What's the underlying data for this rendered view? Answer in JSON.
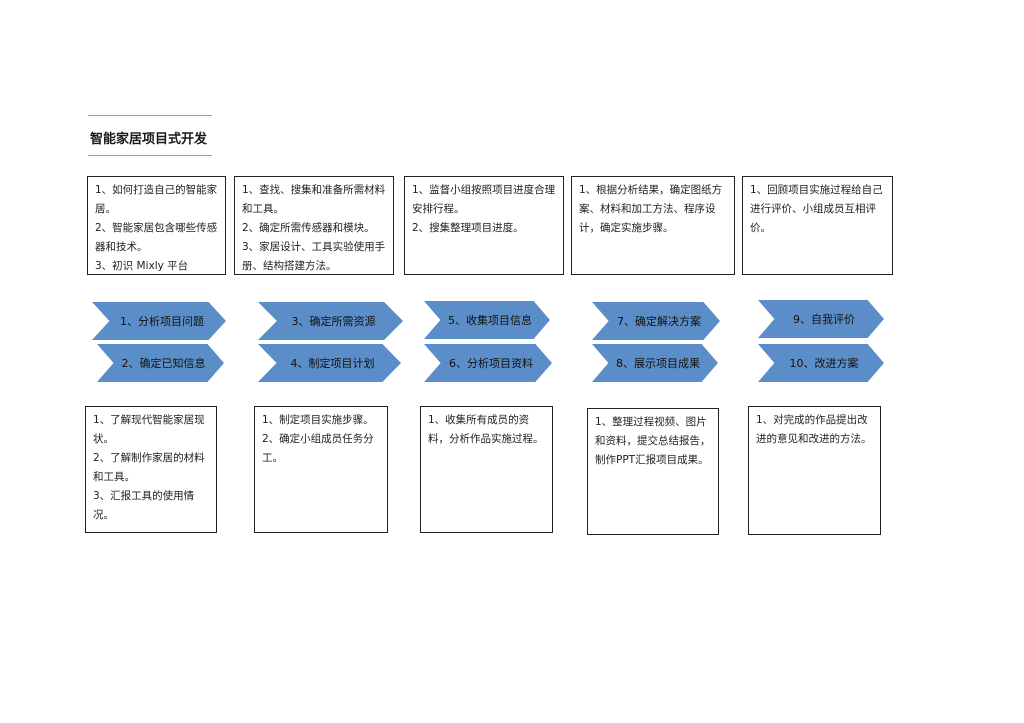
{
  "title": "智能家居项目式开发",
  "top_boxes": [
    [
      "1、如何打造自己的智能家居。",
      "2、智能家居包含哪些传感器和技术。",
      "3、初识 Mixly 平台"
    ],
    [
      "1、查找、搜集和准备所需材料和工具。",
      "2、确定所需传感器和模块。",
      "3、家居设计、工具实验使用手册、结构搭建方法。"
    ],
    [
      "1、监督小组按照项目进度合理安排行程。",
      "2、搜集整理项目进度。"
    ],
    [
      "1、根据分析结果，确定图纸方案、材料和加工方法、程序设计，确定实施步骤。"
    ],
    [
      "1、回顾项目实施过程给自己进行评价、小组成员互相评价。"
    ]
  ],
  "arrows": [
    "1、分析项目问题",
    "2、确定已知信息",
    "3、确定所需资源",
    "4、制定项目计划",
    "5、收集项目信息",
    "6、分析项目资料",
    "7、确定解决方案",
    "8、展示项目成果",
    "9、自我评价",
    "10、改进方案"
  ],
  "bottom_boxes": [
    [
      "1、了解现代智能家居现状。",
      "2、了解制作家居的材料和工具。",
      "3、汇报工具的使用情况。"
    ],
    [
      "1、制定项目实施步骤。",
      "2、确定小组成员任务分工。"
    ],
    [
      "1、收集所有成员的资料，分析作品实施过程。"
    ],
    [
      "1、整理过程视频、图片和资料，提交总结报告，制作PPT汇报项目成果。"
    ],
    [
      "1、对完成的作品提出改进的意见和改进的方法。"
    ]
  ],
  "colors": {
    "arrow_fill": "#5b8ec8",
    "title_rule": "#7ea6c8"
  }
}
